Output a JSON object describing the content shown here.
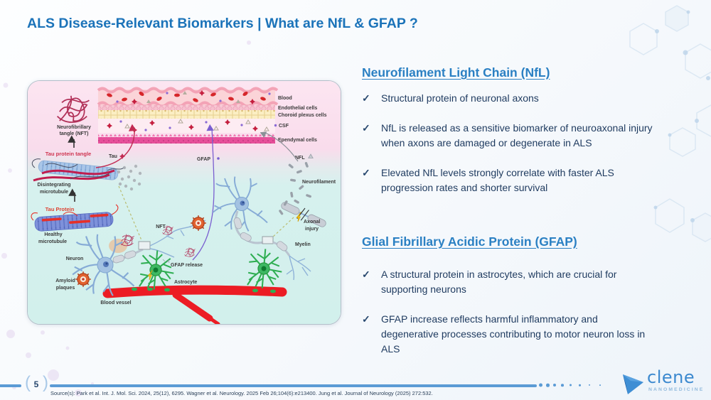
{
  "slide": {
    "title": "ALS Disease-Relevant Biomarkers | What are NfL & GFAP ?",
    "page_number": "5",
    "source": "Source(s): Park et al. Int. J. Mol. Sci. 2024, 25(12), 6295. Wagner et al. Neurology. 2025 Feb 26;104(6):e213400. Jung et al. Journal of Neurology (2025) 272:532."
  },
  "icons": {
    "check": "✓"
  },
  "sections": {
    "nfl": {
      "heading": "Neurofilament Light Chain (NfL)",
      "bullets": [
        [
          "Structural protein of neuronal axons"
        ],
        [
          "NfL is released as a sensitive biomarker of neuroaxonal injury",
          "when axons are damaged or degenerate in ALS"
        ],
        [
          "Elevated NfL levels strongly correlate with faster ALS",
          "progression rates and shorter survival"
        ]
      ]
    },
    "gfap": {
      "heading": "Glial Fibrillary Acidic Protein (GFAP)",
      "bullets": [
        [
          "A structural protein in astrocytes, which are crucial for",
          "supporting neurons"
        ],
        [
          "GFAP increase reflects harmful inflammatory and",
          "degenerative processes contributing to motor neuron loss in",
          "ALS"
        ]
      ]
    }
  },
  "diagram": {
    "labels": {
      "blood": "Blood",
      "endothelial": "Endothelial cells",
      "choroid": "Choroid plexus cells",
      "csf": "CSF",
      "ependymal": "Ependymal cells",
      "nft_line1": "Neurofibrillary",
      "nft_line2": "tangle (NFT)",
      "tau_tangle": "Tau protein tangle",
      "tau": "Tau",
      "gfap": "GFAP",
      "nfl": "NFL",
      "disintegrating_line1": "Disintegrating",
      "disintegrating_line2": "microtubule",
      "tau_protein": "Tau Protein",
      "healthy_line1": "Healthy",
      "healthy_line2": "microtubule",
      "neuron": "Neuron",
      "amyloid_line1": "Amyloid",
      "amyloid_line2": "plaques",
      "blood_vessel": "Blood vessel",
      "nft_small": "NFT",
      "gfap_release": "GFAP release",
      "astrocyte": "Astrocyte",
      "neurofilament": "Neurofilament",
      "axonal_line1": "Axonal",
      "axonal_line2": "injury",
      "myelin": "Myelin"
    }
  },
  "logo": {
    "name": "clene",
    "subtitle": "NANOMEDICINE"
  },
  "colors": {
    "title_blue": "#1b73b9",
    "heading_blue": "#2b80c3",
    "body_navy": "#1e3a5f",
    "line_blue": "#5b9bd5",
    "logo_blue": "#3c89cf"
  }
}
